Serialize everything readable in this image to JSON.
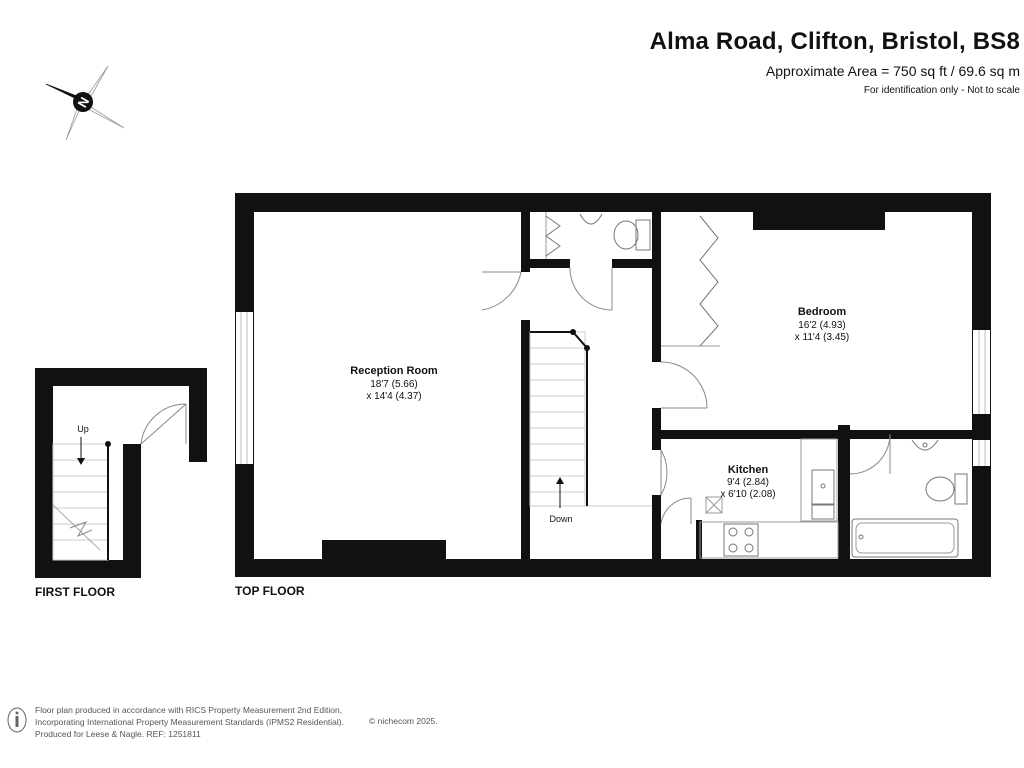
{
  "header": {
    "title": "Alma Road, Clifton, Bristol, BS8",
    "area": "Approximate Area = 750 sq ft / 69.6 sq m",
    "note": "For identification only - Not to scale"
  },
  "compass": {
    "letter": "N"
  },
  "floors": {
    "first": "FIRST FLOOR",
    "top": "TOP FLOOR"
  },
  "rooms": {
    "reception": {
      "name": "Reception Room",
      "dim1": "18'7 (5.66)",
      "dim2": "x 14'4 (4.37)"
    },
    "bedroom": {
      "name": "Bedroom",
      "dim1": "16'2 (4.93)",
      "dim2": "x 11'4 (3.45)"
    },
    "kitchen": {
      "name": "Kitchen",
      "dim1": "9'4 (2.84)",
      "dim2": "x 6'10 (2.08)"
    }
  },
  "stairs": {
    "up": "Up",
    "down": "Down"
  },
  "footer": {
    "line1": "Floor plan produced in accordance with RICS Property Measurement 2nd Edition,",
    "line2": "Incorporating International Property Measurement Standards (IPMS2 Residential).",
    "line3": "Produced for Leese & Nagle.   REF:  1251811",
    "copyright": "© nichecom 2025."
  }
}
